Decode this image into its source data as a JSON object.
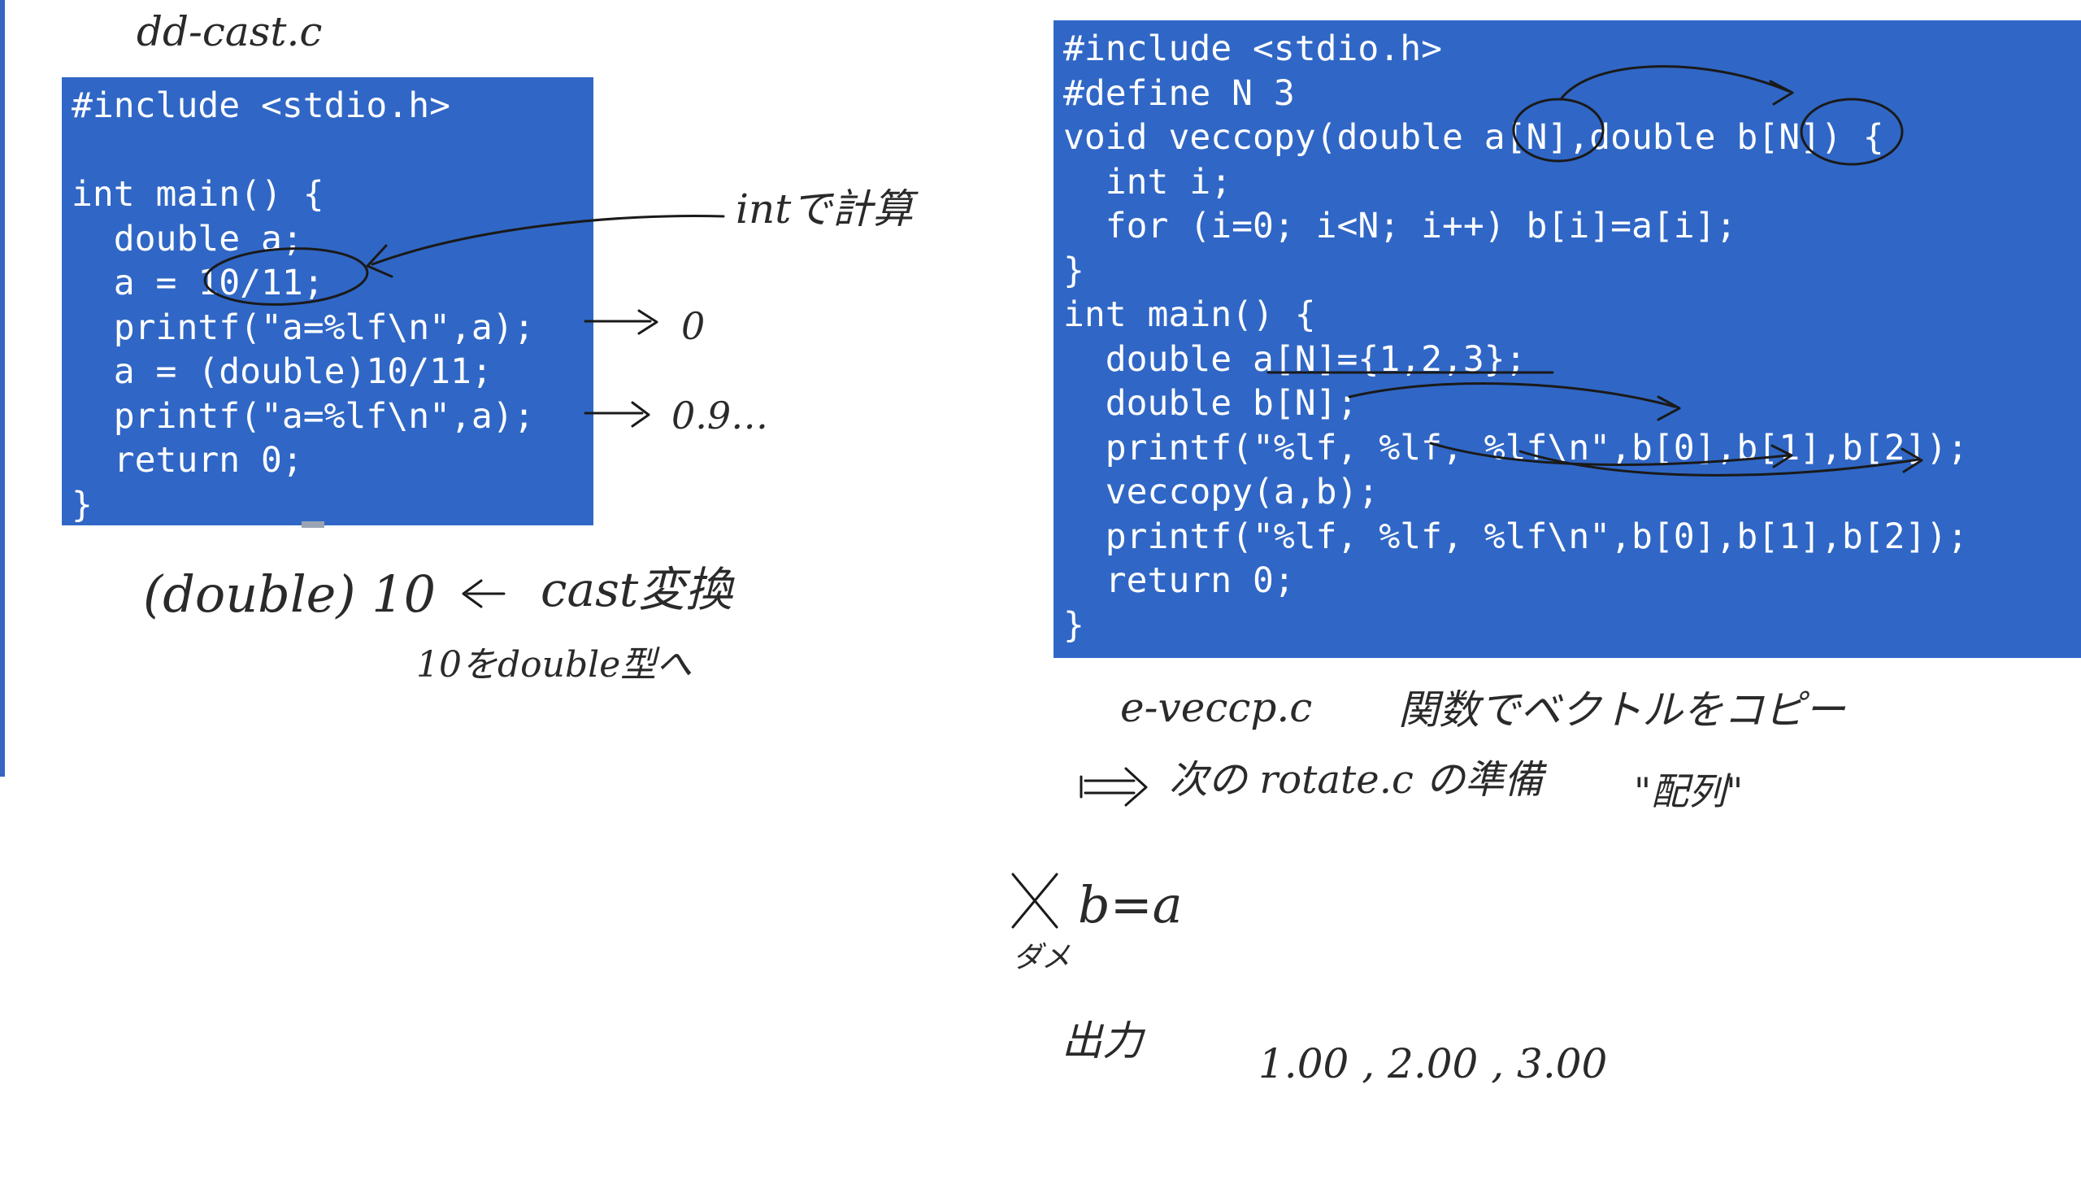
{
  "left_panel": {
    "filename": "dd-cast.c",
    "code_lines": [
      "#include <stdio.h>",
      "",
      "int main() {",
      "  double a;",
      "  a = 10/11;",
      "  printf(\"a=%lf\\n\",a);",
      "  a = (double)10/11;",
      "  printf(\"a=%lf\\n\",a);",
      "  return 0;",
      "}"
    ],
    "notes": {
      "int_calc": "intで計算",
      "result_zero": "0",
      "result_decimal": "0.9…",
      "cast_expr": "(double) 10",
      "cast_label": "cast変換",
      "cast_desc": "10をdouble型へ"
    }
  },
  "right_panel": {
    "code_lines": [
      "#include <stdio.h>",
      "#define N 3",
      "void veccopy(double a[N],double b[N]) {",
      "  int i;",
      "  for (i=0; i<N; i++) b[i]=a[i];",
      "}",
      "int main() {",
      "  double a[N]={1,2,3};",
      "  double b[N];",
      "  printf(\"%lf, %lf, %lf\\n\",b[0],b[1],b[2]);",
      "  veccopy(a,b);",
      "  printf(\"%lf, %lf, %lf\\n\",b[0],b[1],b[2]);",
      "  return 0;",
      "}"
    ],
    "notes": {
      "filename": "e-veccp.c",
      "description": "関数でベクトルをコピー",
      "next_prep": "次の rotate.c の準備",
      "array_note": "\"配列\"",
      "wrong": "b=a",
      "wrong_label": "ダメ",
      "output_label": "出力",
      "output_values": "1.00 , 2.00 , 3.00"
    }
  },
  "colors": {
    "code_bg": "#3067c6",
    "code_text": "#ffffff",
    "ink": "#2a2a2a"
  }
}
